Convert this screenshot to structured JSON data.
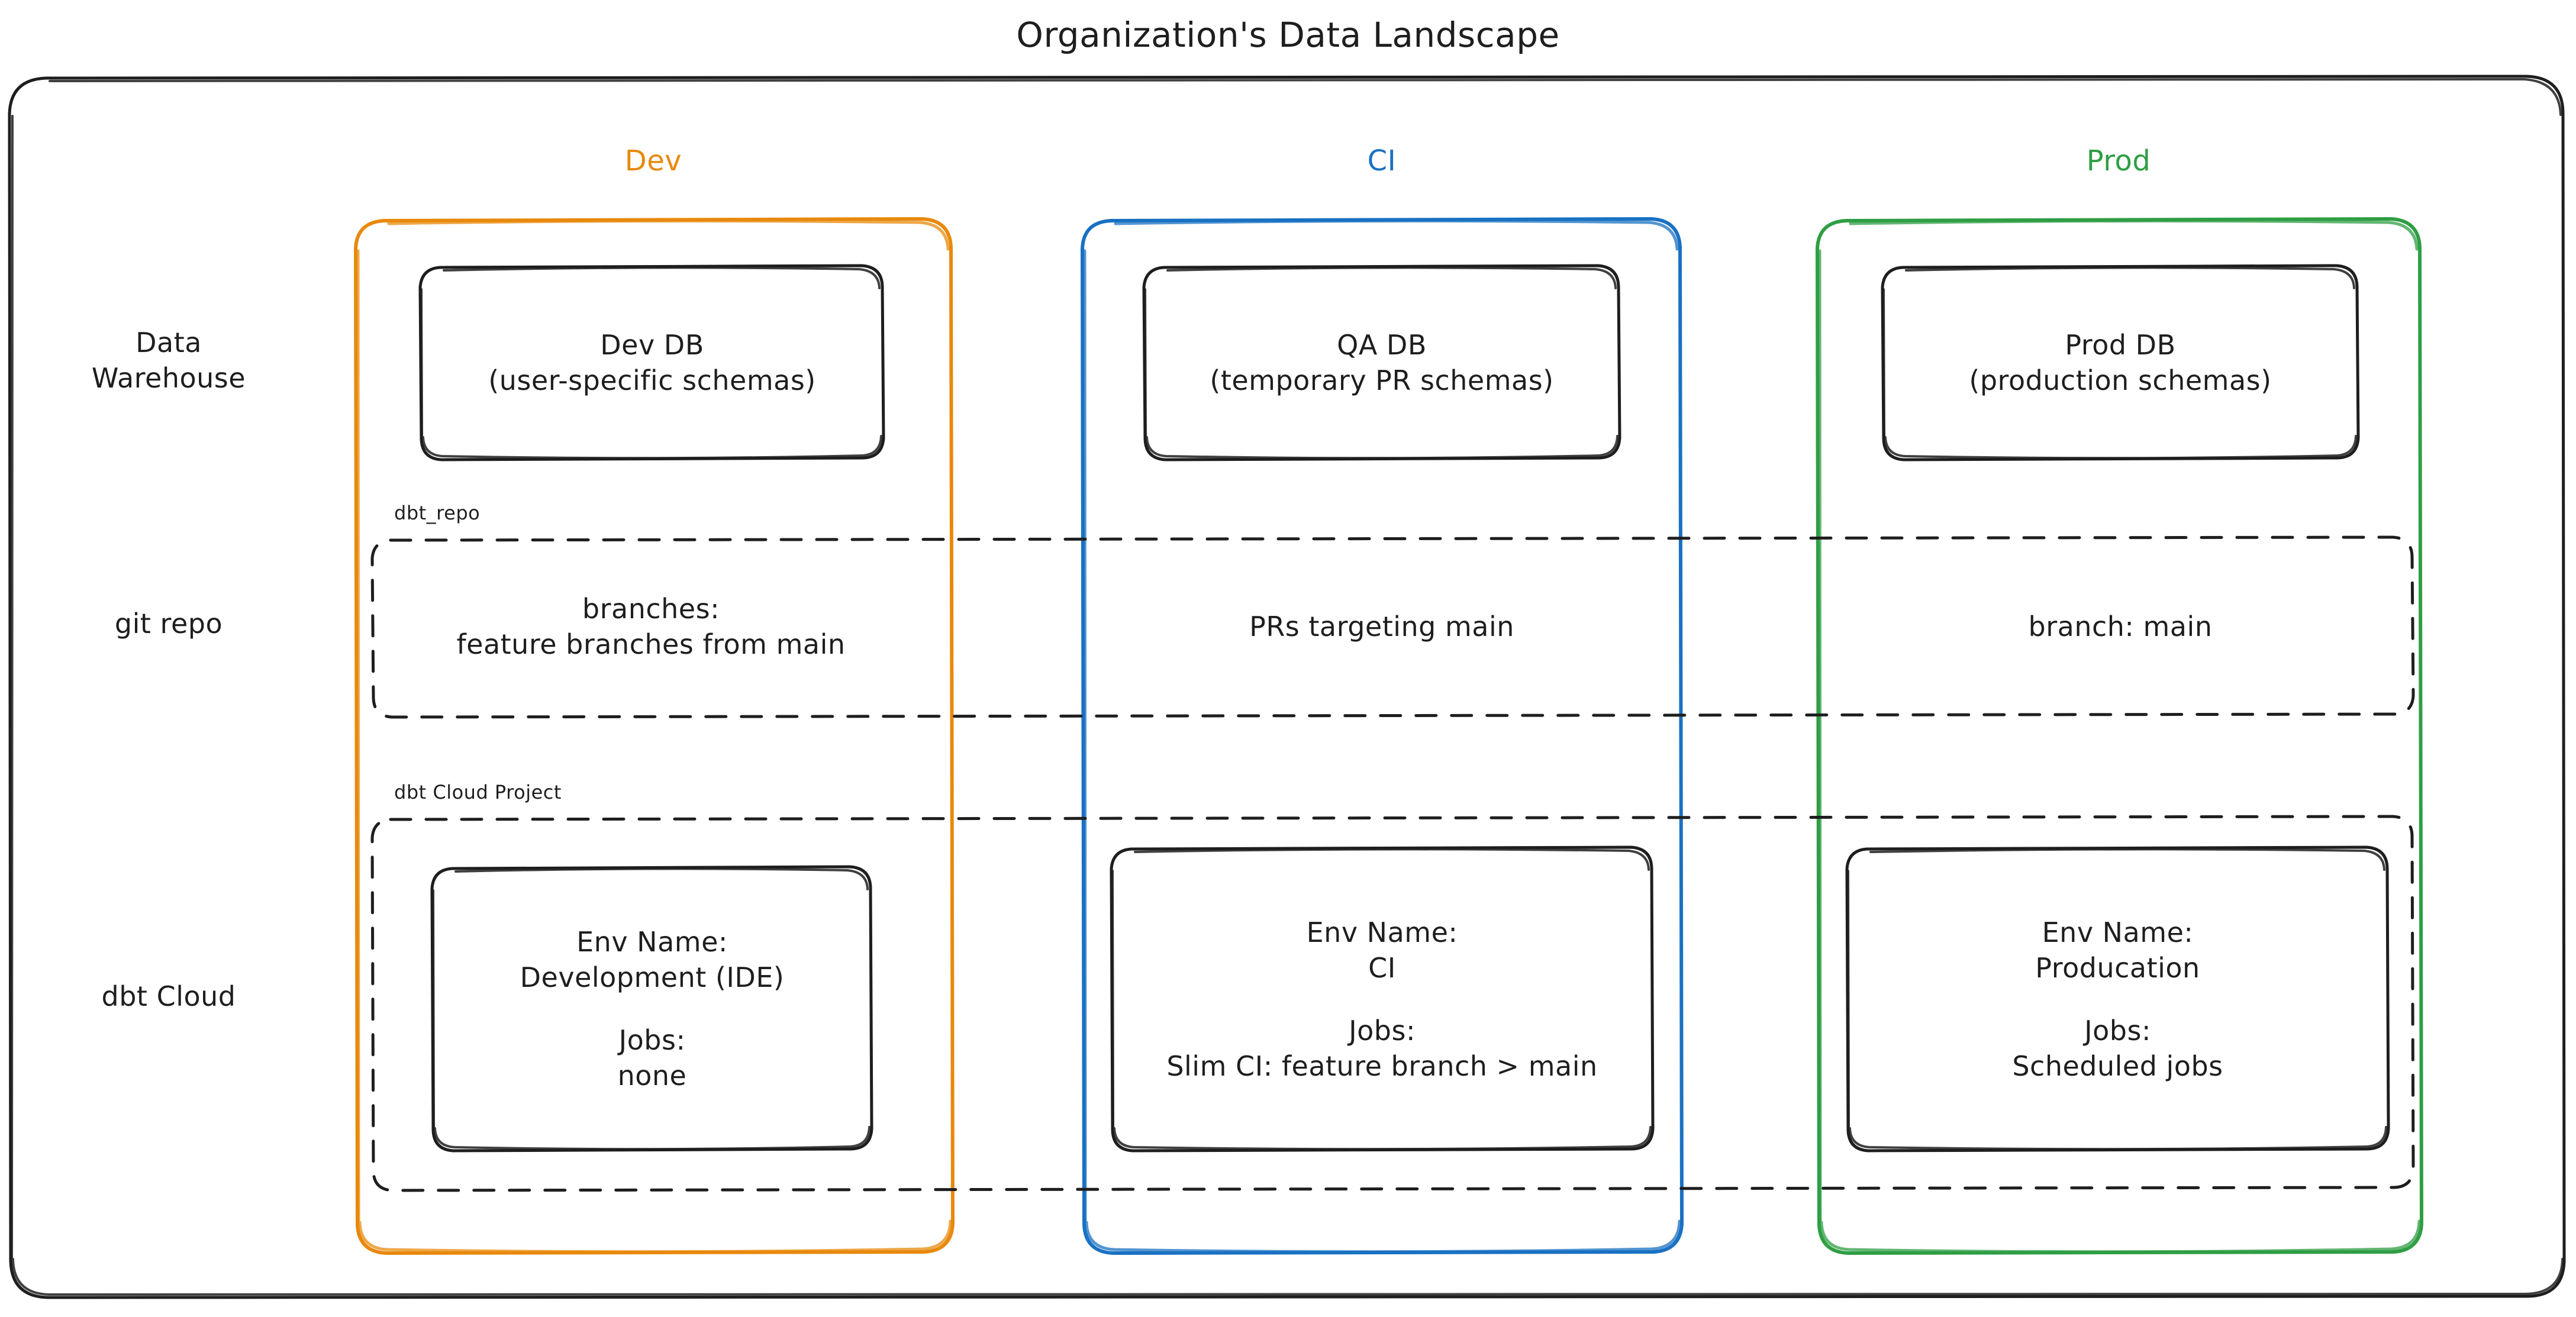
{
  "title": "Organization's Data Landscape",
  "colors": {
    "dev": "#e8890c",
    "ci": "#1971c2",
    "prod": "#2f9e44",
    "stroke": "#1e1e1e",
    "background": "#ffffff"
  },
  "columns": [
    {
      "id": "dev",
      "label": "Dev",
      "color": "#e8890c"
    },
    {
      "id": "ci",
      "label": "CI",
      "color": "#1971c2"
    },
    {
      "id": "prod",
      "label": "Prod",
      "color": "#2f9e44"
    }
  ],
  "rows": [
    {
      "id": "data-warehouse",
      "label": "Data\nWarehouse"
    },
    {
      "id": "git-repo",
      "label": "git repo"
    },
    {
      "id": "dbt-cloud",
      "label": "dbt Cloud"
    }
  ],
  "frames": [
    {
      "id": "dbt-repo",
      "label": "dbt_repo"
    },
    {
      "id": "dbt-cloud-project",
      "label": "dbt Cloud Project"
    }
  ],
  "cells": {
    "warehouse": {
      "dev": {
        "line1": "Dev DB",
        "line2": "(user-specific schemas)"
      },
      "ci": {
        "line1": "QA DB",
        "line2": "(temporary PR schemas)"
      },
      "prod": {
        "line1": "Prod DB",
        "line2": "(production schemas)"
      }
    },
    "git": {
      "dev": {
        "line1": "branches:",
        "line2": "feature branches from main"
      },
      "ci": {
        "line1": "PRs targeting main",
        "line2": ""
      },
      "prod": {
        "line1": "branch: main",
        "line2": ""
      }
    },
    "dbtcloud": {
      "dev": {
        "env_label": "Env Name:",
        "env_value": "Development (IDE)",
        "jobs_label": "Jobs:",
        "jobs_value": "none"
      },
      "ci": {
        "env_label": "Env Name:",
        "env_value": "CI",
        "jobs_label": "Jobs:",
        "jobs_value": "Slim CI: feature branch > main"
      },
      "prod": {
        "env_label": "Env Name:",
        "env_value": "Producation",
        "jobs_label": "Jobs:",
        "jobs_value": "Scheduled jobs"
      }
    }
  }
}
